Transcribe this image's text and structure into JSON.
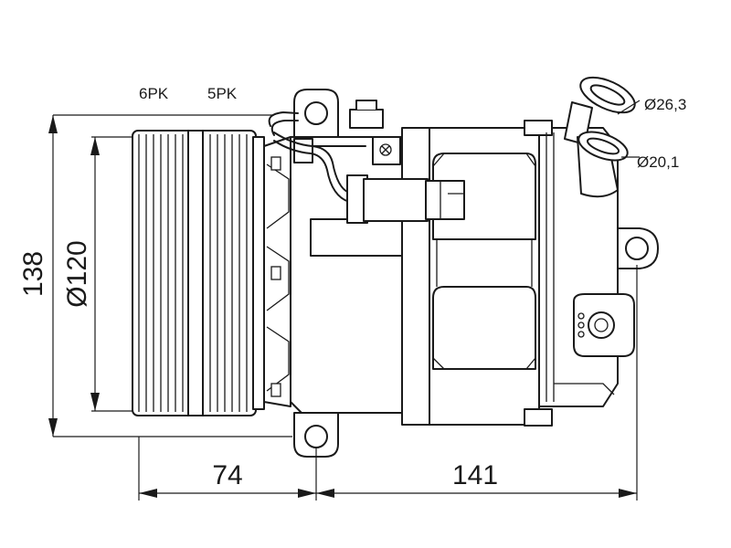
{
  "diagram": {
    "belt_labels": {
      "six": "6PK",
      "five": "5PK"
    },
    "port_labels": {
      "large": "Ø26,3",
      "small": "Ø20,1"
    },
    "dimensions": {
      "height": "138",
      "pulley_diameter": "Ø120",
      "front_offset": "74",
      "body_length": "141"
    }
  }
}
